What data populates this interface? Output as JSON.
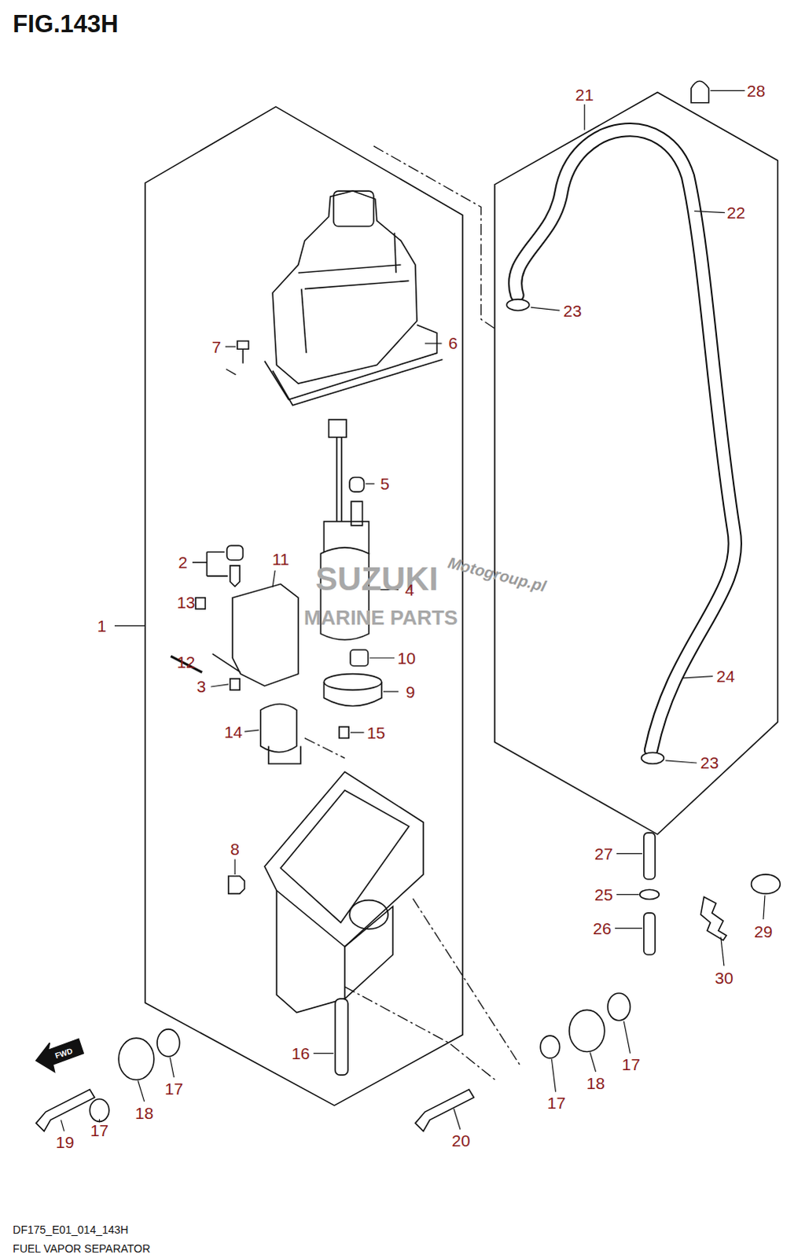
{
  "diagram": {
    "title": "FIG.143H",
    "caption": "FUEL VAPOR SEPARATOR",
    "labels": [
      "21",
      "28",
      "22",
      "23",
      "7",
      "6",
      "5",
      "2",
      "11",
      "Motogroup.pl",
      "SUZUKI",
      "4",
      "13",
      "MARINE PARTS",
      "1",
      "12",
      "10",
      "3",
      "9",
      "24",
      "14",
      "15",
      "23",
      "8",
      "27",
      "25",
      "26",
      "29",
      "30",
      "16",
      "FWD",
      "17",
      "18",
      "17",
      "17",
      "18",
      "17",
      "19",
      "20",
      "DF175_E01_014_143H"
    ]
  }
}
